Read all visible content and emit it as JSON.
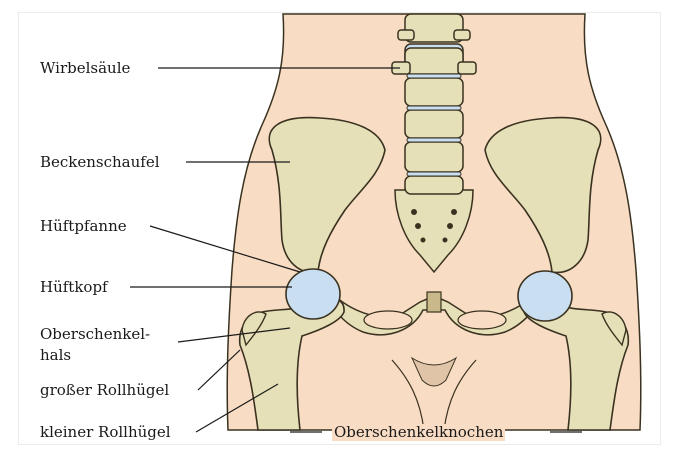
{
  "labels": {
    "spine": "Wirbelsäule",
    "iliac_wing": "Beckenschaufel",
    "acetabulum": "Hüftpfanne",
    "femoral_head": "Hüftkopf",
    "femoral_neck_line1": "Oberschenkel-",
    "femoral_neck_line2": "hals",
    "greater_trochanter": "großer Rollhügel",
    "lesser_trochanter": "kleiner Rollhügel",
    "femur": "Oberschenkelknochen"
  },
  "colors": {
    "skin": "#f8dcc3",
    "bone": "#e6e0b8",
    "bone_dark": "#bdb48a",
    "cartilage": "#c9dff1",
    "outline": "#3a3220"
  }
}
